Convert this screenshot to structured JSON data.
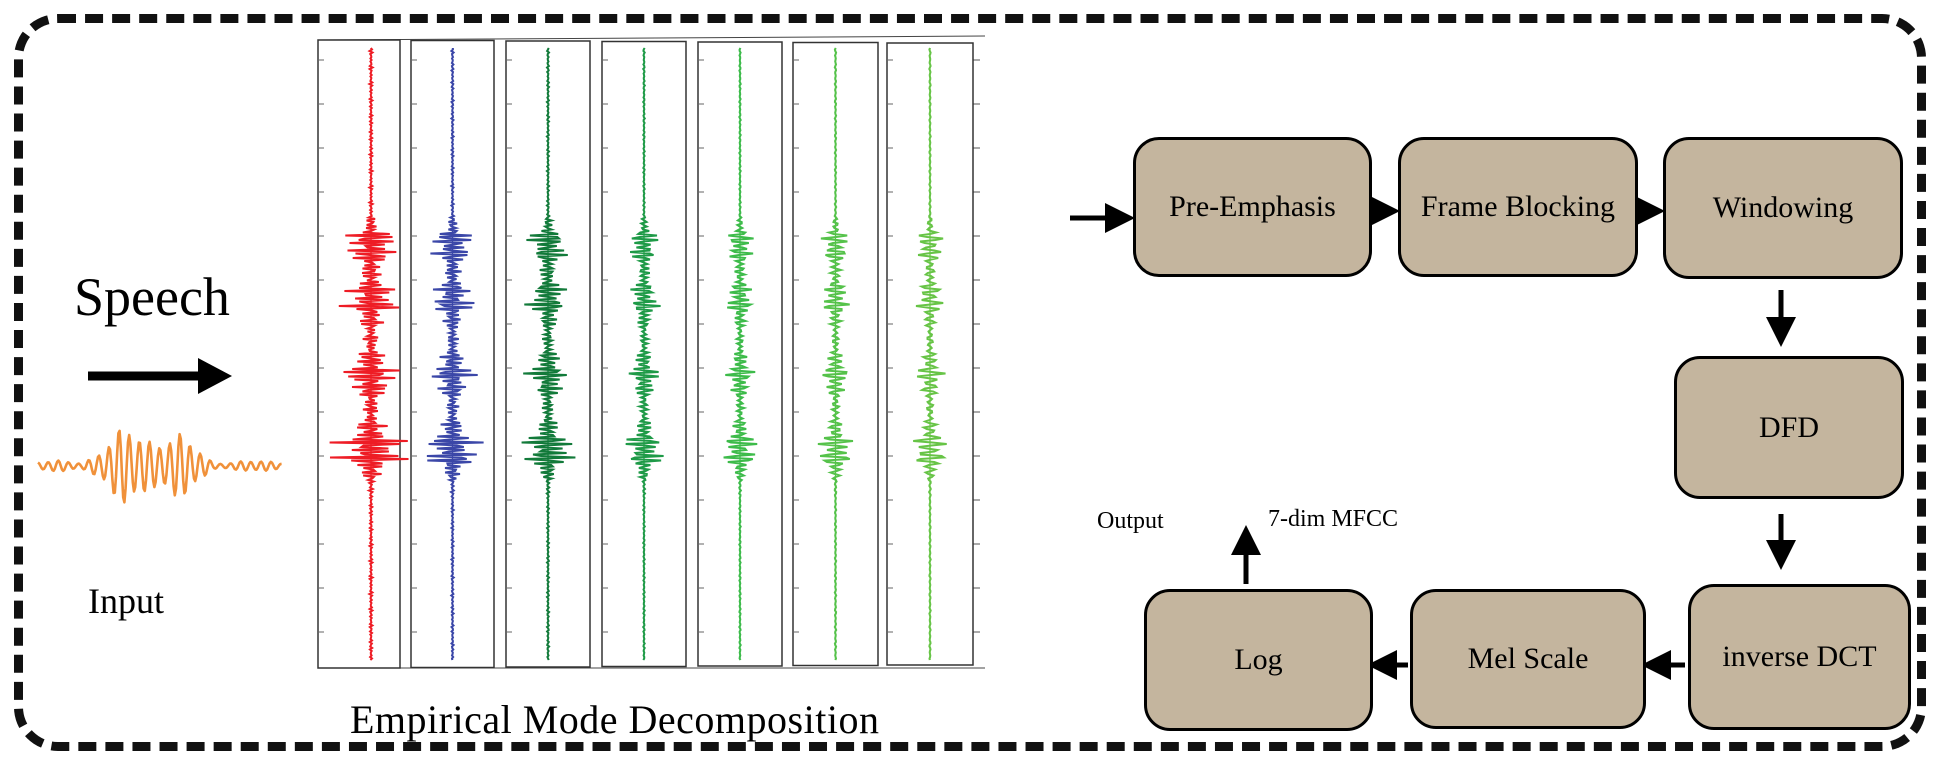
{
  "labels": {
    "speech": "Speech",
    "input": "Input",
    "emd": "Empirical Mode Decomposition",
    "output": "Output",
    "mfcc": "7-dim MFCC"
  },
  "stages": [
    {
      "id": "pre-emphasis",
      "label": "Pre-Emphasis"
    },
    {
      "id": "frame-blocking",
      "label": "Frame Blocking"
    },
    {
      "id": "windowing",
      "label": "Windowing"
    },
    {
      "id": "dfd",
      "label": "DFD"
    },
    {
      "id": "inverse-dct",
      "label": "inverse DCT"
    },
    {
      "id": "mel-scale",
      "label": "Mel Scale"
    },
    {
      "id": "log",
      "label": "Log"
    }
  ],
  "colors": {
    "box_fill": "#c4b59e",
    "input_wave": "#f0913a",
    "imf_colors": [
      "#ee1c25",
      "#3b47a8",
      "#127a3a",
      "#1e9a47",
      "#3dbb4a",
      "#55c24a",
      "#67c446"
    ]
  }
}
